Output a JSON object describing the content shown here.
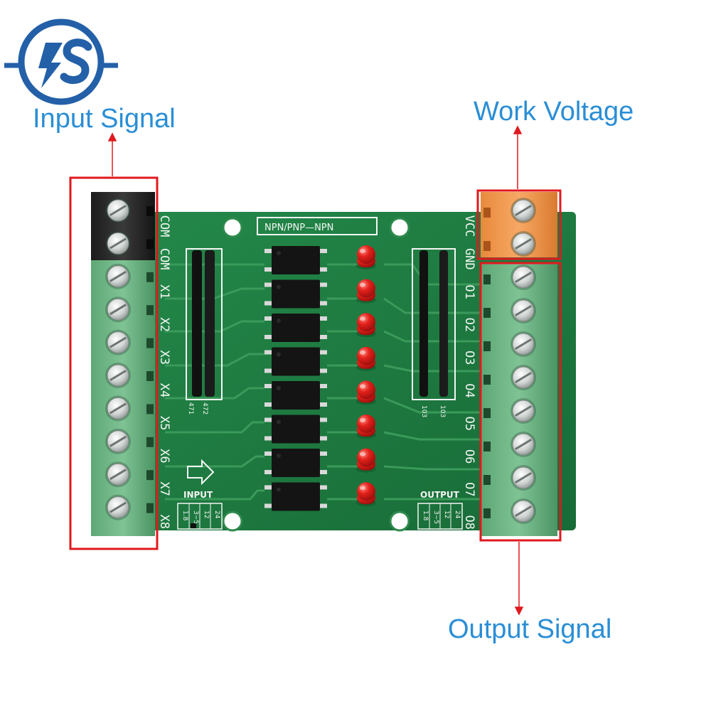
{
  "logo": {
    "text": "IS",
    "color": "#2360a8"
  },
  "callouts": {
    "input_signal": "Input Signal",
    "work_voltage": "Work Voltage",
    "output_signal": "Output Signal",
    "color": "#2a8ed6",
    "highlight_color": "#e0191e"
  },
  "board": {
    "title": "NPN/PNP—NPN",
    "input_terminals": [
      "COM",
      "COM",
      "X1",
      "X2",
      "X3",
      "X4",
      "X5",
      "X6",
      "X7",
      "X8"
    ],
    "output_terminals": [
      "VCC",
      "GND",
      "O1",
      "O2",
      "O3",
      "O4",
      "O5",
      "O6",
      "O7",
      "O8"
    ],
    "left_resistor_labels": [
      "471",
      "472"
    ],
    "right_resistor_labels": [
      "103",
      "103"
    ],
    "input_section_label": "INPUT",
    "output_section_label": "OUTPUT",
    "voltage_options": [
      "1.8",
      "3~5",
      "12",
      "24"
    ],
    "optocoupler_count": 8,
    "led_count": 8,
    "led_color": "#e3211b",
    "pcb_color": "#1e7a3f"
  }
}
